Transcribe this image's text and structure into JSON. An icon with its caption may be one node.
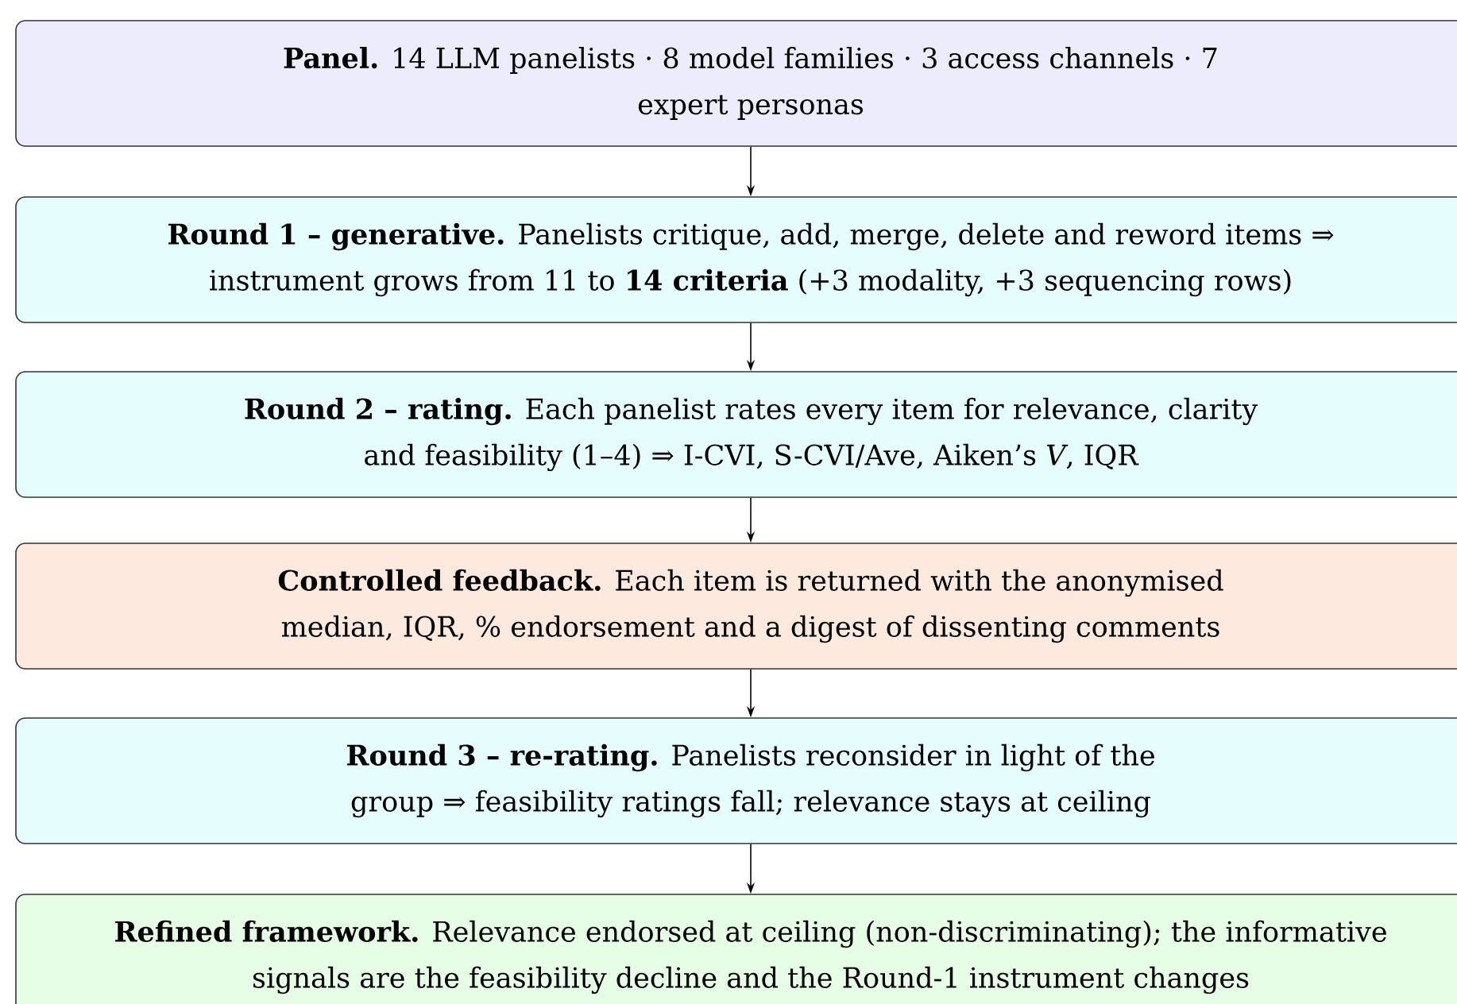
{
  "diagram": {
    "nodes": [
      {
        "text": [
          "**Panel.** 14 LLM panelists · 8 model families · 3 access channels · 7 expert personas"
        ]
      },
      {
        "text": [
          "**Round 1 – generative.** Panelists critique, add, merge, delete and reword items ⇒ instrument grows from 11 to **14 criteria** (+3 modality, +3 sequencing rows)"
        ]
      },
      {
        "text": [
          "**Round 2 – rating.** Each panelist rates every item for relevance, clarity and feasibility (1–4) ⇒ I-CVI, S-CVI/Ave, Aiken’s *V*, IQR"
        ]
      },
      {
        "text": [
          "**Controlled feedback.** Each item is returned with the anonymised median, IQR, % endorsement and a digest of dissenting comments"
        ]
      },
      {
        "text": [
          "**Round 3 – re-rating.** Panelists reconsider in light of the group ⇒ feasibility ratings fall; relevance stays at ceiling"
        ]
      },
      {
        "text": [
          "**Refined framework.** Relevance endorsed at ceiling (non-discriminating); the informative signals are the feasibility decline and the Round-1 instrument changes"
        ]
      }
    ],
    "edges": [
      {
        "from": 0,
        "to": 1,
        "arrow": "to"
      },
      {
        "from": 1,
        "to": 2,
        "arrow": "to"
      },
      {
        "from": 2,
        "to": 3,
        "arrow": "to"
      },
      {
        "from": 3,
        "to": 4,
        "arrow": "to"
      },
      {
        "from": 4,
        "to": 5,
        "arrow": "to"
      }
    ]
  }
}
